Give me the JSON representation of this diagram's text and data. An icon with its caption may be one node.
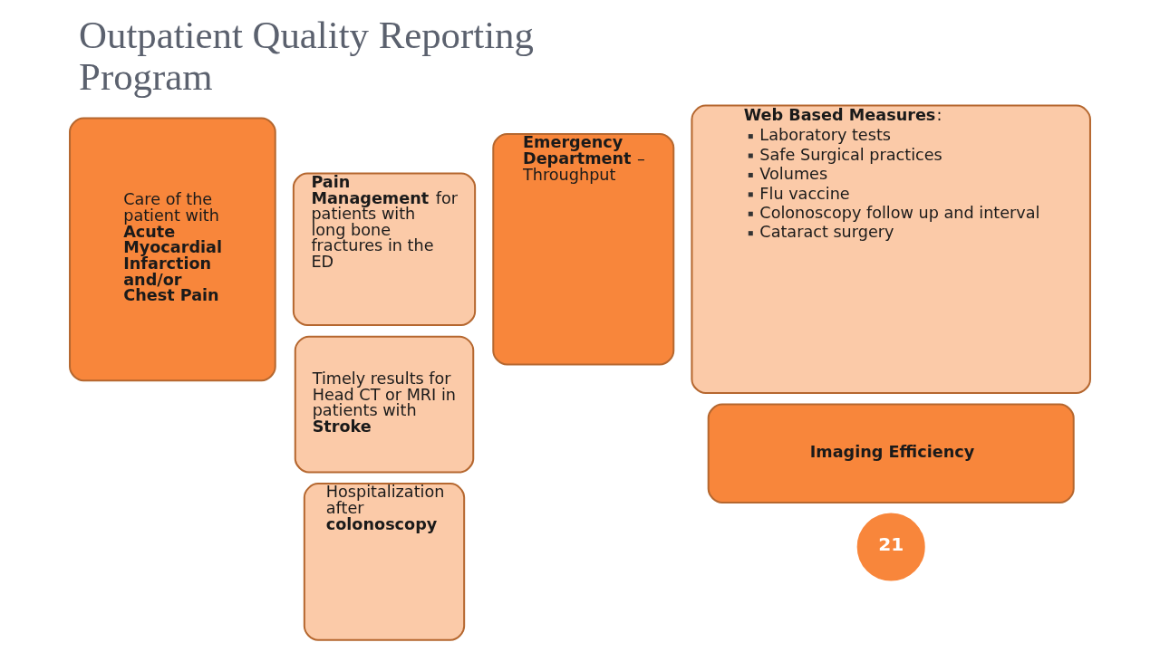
{
  "diagram": {
    "title": "Outpatient Quality Reporting Program",
    "nodes": [
      {
        "text": [
          "Care of the patient with **Acute Myocardial Infarction and/or Chest Pain**"
        ]
      },
      {
        "text": [
          "**Pain Management** for patients with long bone fractures in the ED"
        ]
      },
      {
        "text": [
          "Timely results for Head CT or MRI in patients with **Stroke**"
        ]
      },
      {
        "text": [
          "Hospitalization after **colonoscopy**"
        ]
      },
      {
        "text": [
          "**Emergency Department** – Throughput"
        ]
      },
      {
        "text": [
          "**Web Based Measures**:",
          "Laboratory tests",
          "Safe Surgical practices",
          "Volumes",
          "Flu vaccine",
          "Colonoscopy follow up and interval",
          "Cataract surgery"
        ]
      },
      {
        "text": [
          "Imaging Efficiency"
        ]
      },
      {
        "text": [
          "21"
        ]
      }
    ]
  }
}
